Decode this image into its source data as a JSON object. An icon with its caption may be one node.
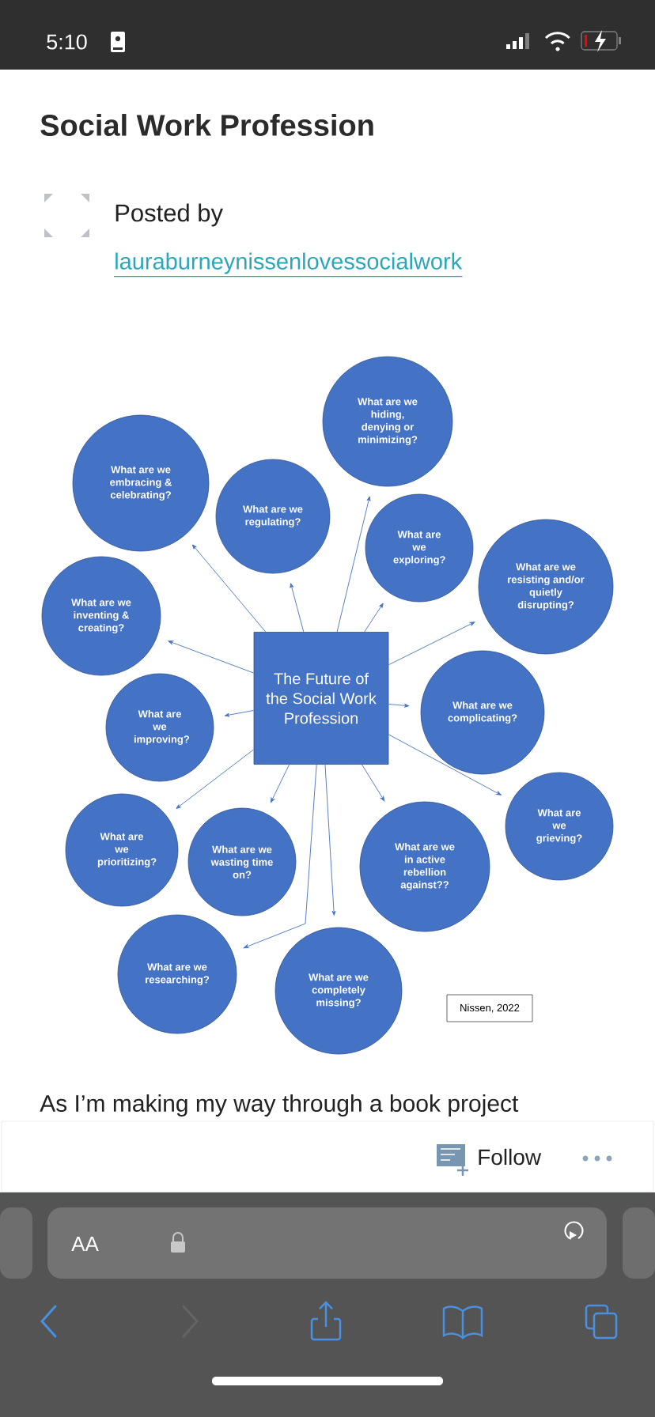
{
  "diagram": {
    "title": "Social Work Profession",
    "nodes": [
      {
        "text": [
          "The Future of the Social Work Profession"
        ]
      },
      {
        "text": [
          "What are we hiding, denying or minimizing?"
        ]
      },
      {
        "text": [
          "What are we embracing & celebrating?"
        ]
      },
      {
        "text": [
          "What are we regulating?"
        ]
      },
      {
        "text": [
          "What are we exploring?"
        ]
      },
      {
        "text": [
          "What are we resisting and/or quietly disrupting?"
        ]
      },
      {
        "text": [
          "What are we inventing & creating?"
        ]
      },
      {
        "text": [
          "What are we complicating?"
        ]
      },
      {
        "text": [
          "What are we improving?"
        ]
      },
      {
        "text": [
          "What are we grieving?"
        ]
      },
      {
        "text": [
          "What are we prioritizing?"
        ]
      },
      {
        "text": [
          "What are we wasting time  on?"
        ]
      },
      {
        "text": [
          "What are we in active rebellion against??"
        ]
      },
      {
        "text": [
          "What are we researching?"
        ]
      },
      {
        "text": [
          "What are we completely missing?"
        ]
      },
      {
        "text": [
          "Nissen, 2022"
        ]
      }
    ],
    "edges": [
      {
        "from": 0,
        "to": 1,
        "arrow": "to"
      },
      {
        "from": 0,
        "to": 2,
        "arrow": "to"
      },
      {
        "from": 0,
        "to": 3,
        "arrow": "to"
      },
      {
        "from": 0,
        "to": 4,
        "arrow": "to"
      },
      {
        "from": 0,
        "to": 5,
        "arrow": "to"
      },
      {
        "from": 0,
        "to": 6,
        "arrow": "to"
      },
      {
        "from": 0,
        "to": 7,
        "arrow": "to"
      },
      {
        "from": 0,
        "to": 8,
        "arrow": "to"
      },
      {
        "from": 0,
        "to": 9,
        "arrow": "to"
      },
      {
        "from": 0,
        "to": 10,
        "arrow": "to"
      },
      {
        "from": 0,
        "to": 11,
        "arrow": "to"
      },
      {
        "from": 0,
        "to": 12,
        "arrow": "to"
      },
      {
        "from": 0,
        "to": 13,
        "arrow": "to"
      },
      {
        "from": 0,
        "to": 14,
        "arrow": "to"
      }
    ],
    "labels": [
      "5:10",
      "Posted by",
      "lauraburneynissenlovessocialwork",
      "As I’m making my way through a book project",
      "Follow",
      "AA"
    ]
  }
}
